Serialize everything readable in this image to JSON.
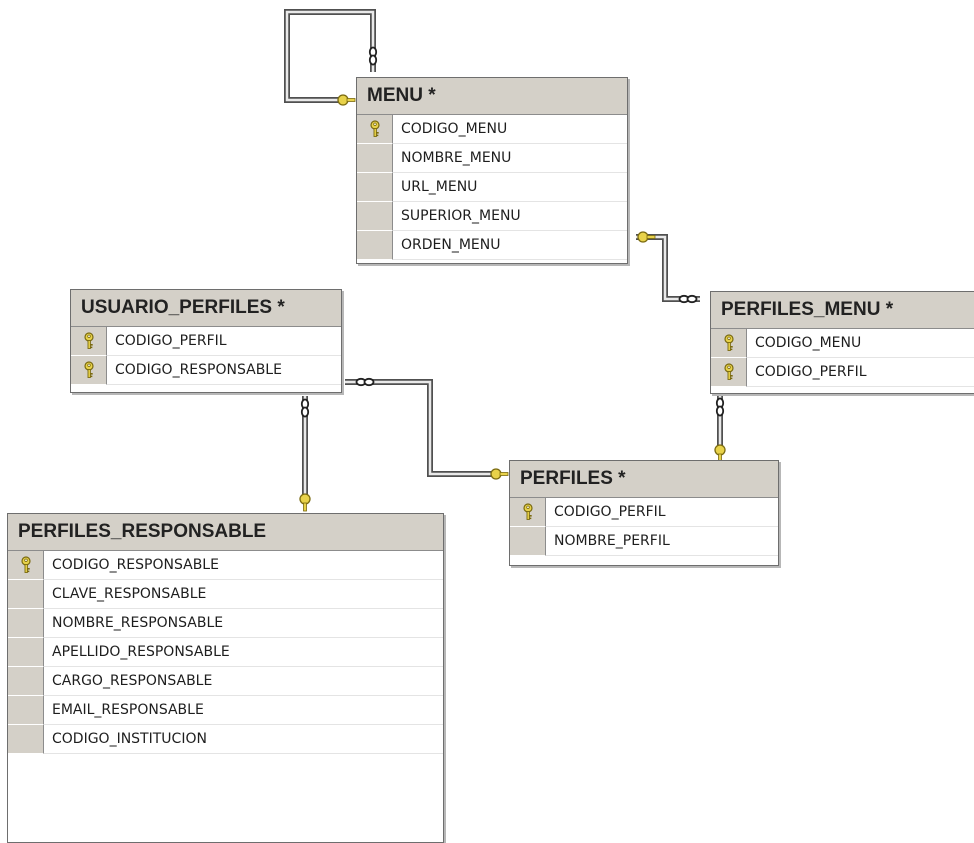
{
  "tables": {
    "menu": {
      "title": "MENU *",
      "columns": [
        {
          "name": "CODIGO_MENU",
          "key": true
        },
        {
          "name": "NOMBRE_MENU",
          "key": false
        },
        {
          "name": "URL_MENU",
          "key": false
        },
        {
          "name": "SUPERIOR_MENU",
          "key": false
        },
        {
          "name": "ORDEN_MENU",
          "key": false
        }
      ]
    },
    "usuario_perfiles": {
      "title": "USUARIO_PERFILES *",
      "columns": [
        {
          "name": "CODIGO_PERFIL",
          "key": true
        },
        {
          "name": "CODIGO_RESPONSABLE",
          "key": true
        }
      ]
    },
    "perfiles_menu": {
      "title": "PERFILES_MENU *",
      "columns": [
        {
          "name": "CODIGO_MENU",
          "key": true
        },
        {
          "name": "CODIGO_PERFIL",
          "key": true
        }
      ]
    },
    "perfiles": {
      "title": "PERFILES *",
      "columns": [
        {
          "name": "CODIGO_PERFIL",
          "key": true
        },
        {
          "name": "NOMBRE_PERFIL",
          "key": false
        }
      ]
    },
    "perfiles_responsable": {
      "title": "PERFILES_RESPONSABLE",
      "columns": [
        {
          "name": "CODIGO_RESPONSABLE",
          "key": true
        },
        {
          "name": "CLAVE_RESPONSABLE",
          "key": false
        },
        {
          "name": "NOMBRE_RESPONSABLE",
          "key": false
        },
        {
          "name": "APELLIDO_RESPONSABLE",
          "key": false
        },
        {
          "name": "CARGO_RESPONSABLE",
          "key": false
        },
        {
          "name": "EMAIL_RESPONSABLE",
          "key": false
        },
        {
          "name": "CODIGO_INSTITUCION",
          "key": false
        }
      ]
    }
  },
  "relationships": [
    {
      "from": "menu.SUPERIOR_MENU",
      "to": "menu.CODIGO_MENU"
    },
    {
      "from": "perfiles_menu.CODIGO_MENU",
      "to": "menu.CODIGO_MENU"
    },
    {
      "from": "perfiles_menu.CODIGO_PERFIL",
      "to": "perfiles.CODIGO_PERFIL"
    },
    {
      "from": "usuario_perfiles.CODIGO_PERFIL",
      "to": "perfiles.CODIGO_PERFIL"
    },
    {
      "from": "usuario_perfiles.CODIGO_RESPONSABLE",
      "to": "perfiles_responsable.CODIGO_RESPONSABLE"
    }
  ],
  "colors": {
    "header_bg": "#d4d0c8",
    "key_fill": "#e8d24a",
    "key_stroke": "#7a6a10"
  }
}
